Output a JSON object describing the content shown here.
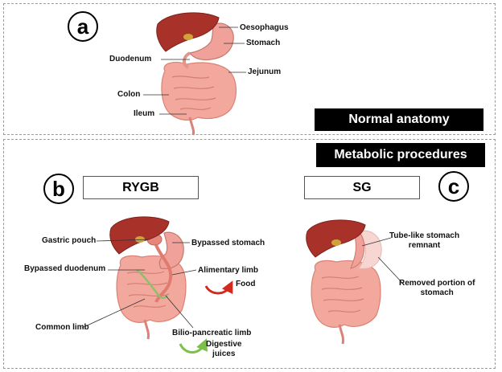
{
  "panel_a": {
    "letter": "a",
    "banner": "Normal anatomy",
    "labels": {
      "oesophagus": "Oesophagus",
      "stomach": "Stomach",
      "duodenum": "Duodenum",
      "jejunum": "Jejunum",
      "colon": "Colon",
      "ileum": "Ileum"
    }
  },
  "panel_bc": {
    "banner": "Metabolic procedures",
    "b": {
      "letter": "b",
      "title": "RYGB",
      "labels": {
        "gastric_pouch": "Gastric pouch",
        "bypassed_stomach": "Bypassed stomach",
        "bypassed_duodenum": "Bypassed duodenum",
        "alimentary_limb": "Alimentary limb",
        "food": "Food",
        "common_limb": "Common limb",
        "bilio_pancreatic_limb": "Bilio-pancreatic limb",
        "digestive_juices": "Digestive\njuices"
      }
    },
    "c": {
      "letter": "c",
      "title": "SG",
      "labels": {
        "tube_stomach": "Tube-like stomach\nremnant",
        "removed_portion": "Removed portion of\nstomach"
      }
    }
  },
  "colors": {
    "liver": "#a8322a",
    "intestine": "#f2a89c",
    "stomach": "#f0a29a",
    "food_arrow": "#d42a1e",
    "juice_arrow": "#7cc04a",
    "removed_stomach": "#f7d6d2"
  }
}
